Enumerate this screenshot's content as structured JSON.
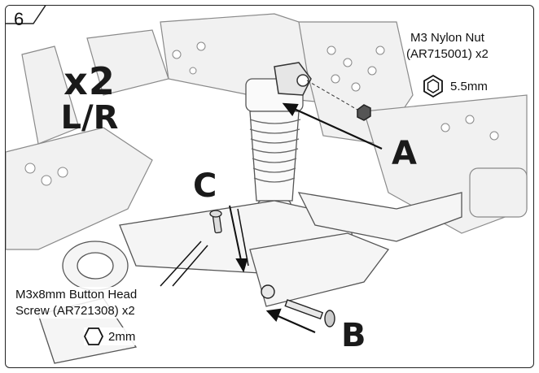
{
  "step": {
    "number": "6"
  },
  "quantity": {
    "count": "x2",
    "side": "L/R"
  },
  "parts": {
    "nut": {
      "line1": "M3 Nylon Nut",
      "line2": "(AR715001) x2",
      "tool_size": "5.5mm",
      "tool_icon": "hex-nut-icon"
    },
    "screw": {
      "line1": "M3x8mm Button Head",
      "line2": "Screw (AR721308) x2",
      "tool_size": "2mm",
      "tool_icon": "hex-key-icon"
    }
  },
  "callouts": {
    "a": "A",
    "b": "B",
    "c": "C"
  }
}
